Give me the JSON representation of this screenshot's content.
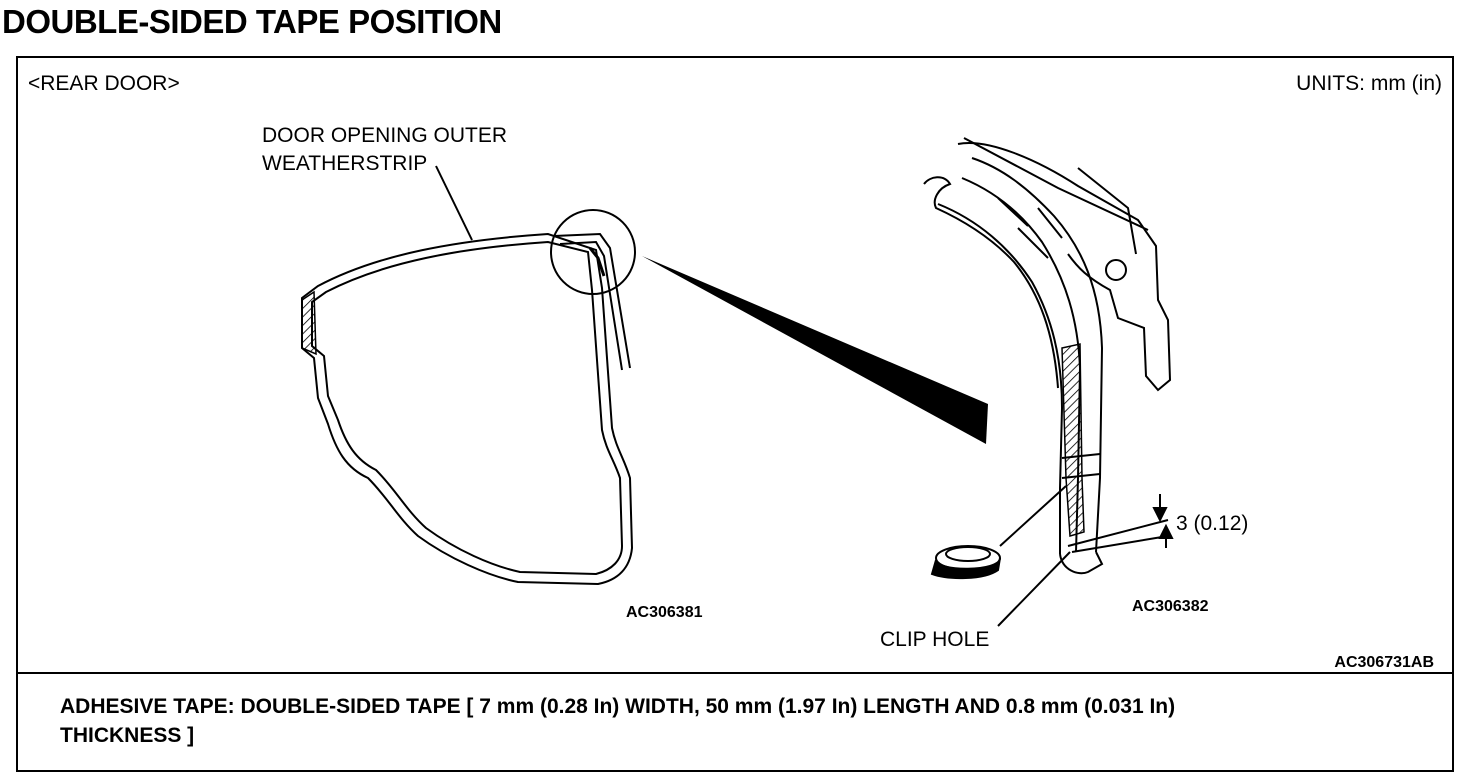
{
  "title": "DOUBLE-SIDED TAPE POSITION",
  "frame": {
    "section_label": "<REAR DOOR>",
    "units_label": "UNITS: mm (in)",
    "callouts": {
      "weatherstrip_line1": "DOOR OPENING OUTER",
      "weatherstrip_line2": "WEATHERSTRIP",
      "clip_hole": "CLIP HOLE",
      "dimension": "3 (0.12)"
    },
    "figure_codes": {
      "left": "AC306381",
      "right": "AC306382",
      "overall": "AC306731AB"
    }
  },
  "footer_note": {
    "line1": "ADHESIVE TAPE: DOUBLE-SIDED TAPE [ 7 mm (0.28 In) WIDTH, 50 mm (1.97 In) LENGTH AND 0.8 mm (0.031 In)",
    "line2": "THICKNESS ]"
  }
}
